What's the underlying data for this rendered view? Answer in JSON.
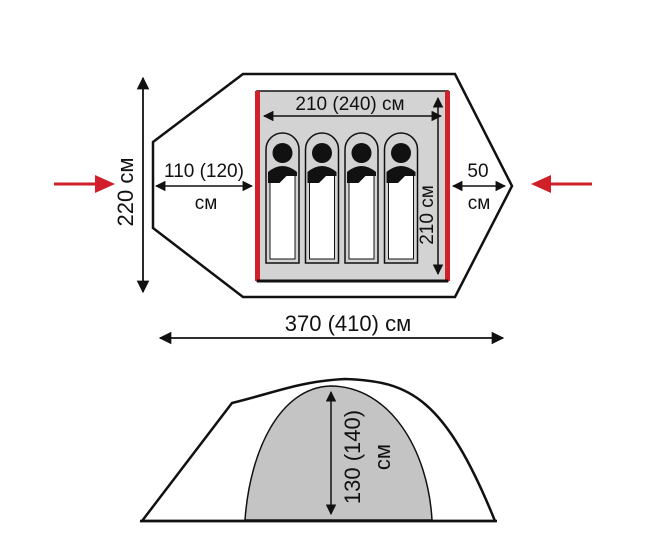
{
  "top_view": {
    "width_label": "220 см",
    "length_label": "370 (410) см",
    "inner_length_label": "210 (240) см",
    "inner_width_label": "210 см",
    "vestibule_left_top": "110 (120)",
    "vestibule_left_bottom": "см",
    "vestibule_right_top": "50",
    "vestibule_right_bottom": "см",
    "sleeper_count": 4
  },
  "side_view": {
    "height_label_top": "130 (140)",
    "height_label_bottom": "см"
  },
  "colors": {
    "outline": "#111111",
    "inner_fill": "#d3d3d3",
    "inner_border": "#d0202a",
    "arrow_red": "#d0202a",
    "side_fill": "#c4c4c4",
    "sleeper": "#111111",
    "mat": "#ffffff"
  }
}
